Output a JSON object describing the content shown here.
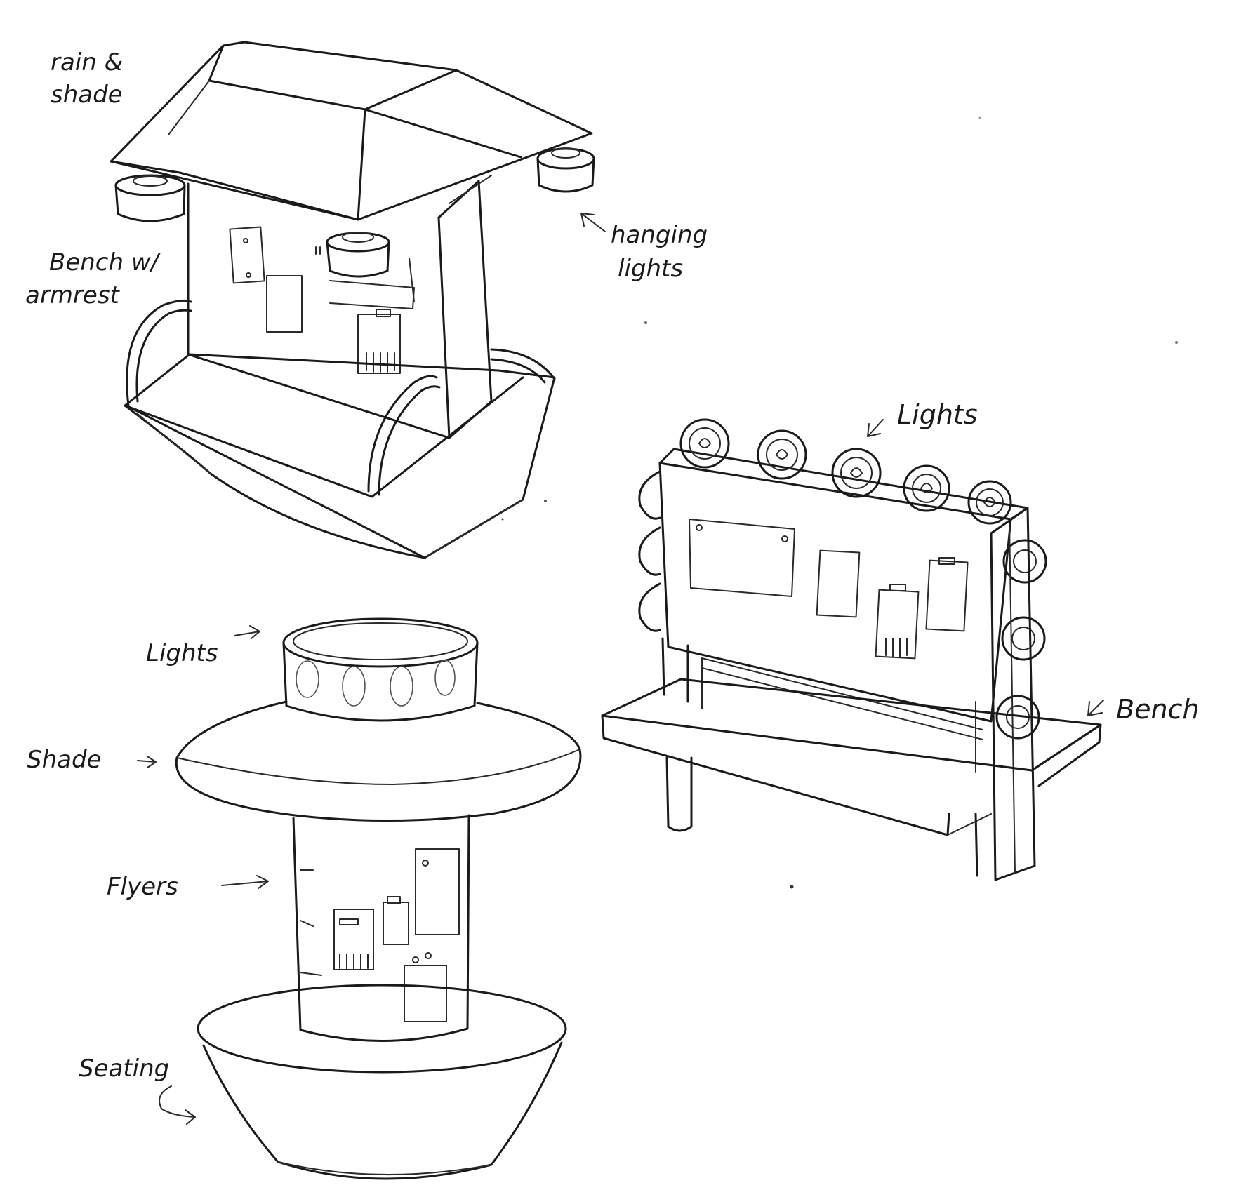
{
  "concept_shelter_house": {
    "labels": {
      "rain_shade_line1": "rain &",
      "rain_shade_line2": "shade",
      "hanging_lights_line1": "hanging",
      "hanging_lights_line2": "lights",
      "bench_armrest_line1": "Bench w/",
      "bench_armrest_line2": "armrest"
    }
  },
  "concept_bench_board": {
    "labels": {
      "lights": "Lights",
      "bench": "Bench"
    }
  },
  "concept_kiosk": {
    "labels": {
      "lights": "Lights",
      "shade": "Shade",
      "flyers": "Flyers",
      "seating": "Seating"
    }
  }
}
